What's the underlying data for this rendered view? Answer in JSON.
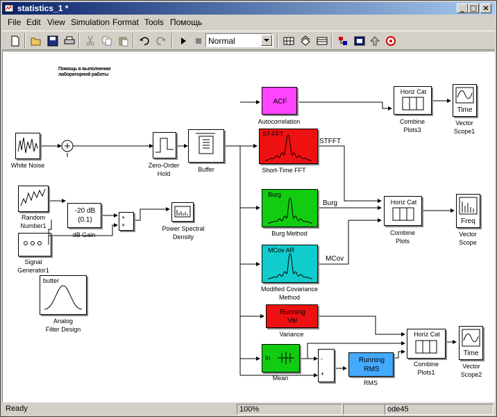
{
  "window": {
    "title": "statistics_1 *",
    "controls": {
      "minimize": "_",
      "maximize": "□",
      "close": "×"
    }
  },
  "menu": {
    "items": [
      "File",
      "Edit",
      "View",
      "Simulation",
      "Format",
      "Tools",
      "Помощь"
    ]
  },
  "toolbar": {
    "buttons": [
      "new-icon",
      "open-icon",
      "save-icon",
      "print-icon",
      "cut-icon",
      "copy-icon",
      "paste-icon",
      "undo-icon",
      "redo-icon",
      "start-simulation-icon",
      "stop-simulation-icon",
      "build-icon",
      "update-diagram-icon",
      "library-browser-icon",
      "model-explorer-icon",
      "debugger-icon",
      "go-to-parent-icon",
      "stop-icon"
    ],
    "sim_mode": "Normal"
  },
  "canvas": {
    "note": [
      "Помощь в выполнении",
      "лабораторной работы"
    ],
    "blocks": {
      "white_noise": {
        "label": "White Noise"
      },
      "zoh": {
        "label": [
          "Zero-Order",
          "Hold"
        ]
      },
      "buffer": {
        "label": "Buffer"
      },
      "random_number": {
        "label": [
          "Random",
          "Number1"
        ]
      },
      "db_gain": {
        "text": [
          "-20 dB",
          "(0.1)"
        ],
        "label": "dB Gain"
      },
      "signal_gen": {
        "label": [
          "Signal",
          "Generator1"
        ]
      },
      "analog_filter": {
        "text": "butter",
        "label": [
          "Analog",
          "Filter Design"
        ]
      },
      "psd": {
        "label": [
          "Power Spectral",
          "Density"
        ]
      },
      "acf": {
        "text": "ACF",
        "label": "Autocorrelation",
        "color": "#ff44ff"
      },
      "stfft": {
        "text": "ST-FFT",
        "label": "Short-Time FFT",
        "color": "#ee1111"
      },
      "burg": {
        "text": "Burg",
        "label": "Burg Method",
        "color": "#11cc11"
      },
      "mcov": {
        "text": "MCov AR",
        "label": [
          "Modified Covariance",
          "Method"
        ],
        "color": "#11cccc"
      },
      "variance": {
        "text": [
          "Running",
          "Var"
        ],
        "label": "Variance",
        "color": "#ee1111"
      },
      "mean": {
        "text": "In",
        "label": "Mean",
        "color": "#11cc11"
      },
      "rms": {
        "text": [
          "Running",
          "RMS"
        ],
        "label": "RMS",
        "color": "#44aaff"
      },
      "combine_plots3": {
        "text": "Horiz Cat",
        "label": [
          "Combine",
          "Plots3"
        ]
      },
      "combine_plots": {
        "text": "Horiz Cat",
        "label": [
          "Combine",
          "Plots"
        ]
      },
      "combine_plots1": {
        "text": "Horiz Cat",
        "label": [
          "Combine",
          "Plots1"
        ]
      },
      "vector_scope1": {
        "text": "Time",
        "label": [
          "Vector",
          "Scope1"
        ]
      },
      "vector_scope": {
        "text": "Freq",
        "label": [
          "Vector",
          "Scope"
        ]
      },
      "vector_scope2": {
        "text": "Time",
        "label": [
          "Vector",
          "Scope2"
        ]
      }
    },
    "signal_labels": {
      "stfft": "STFFT",
      "burg": "Burg",
      "mcov": "MCov"
    },
    "sum_signs": {
      "sum1": [
        "+",
        "+"
      ],
      "sum2": [
        "-",
        "+"
      ]
    }
  },
  "status": {
    "ready": "Ready",
    "zoom": "100%",
    "solver": "ode45"
  }
}
